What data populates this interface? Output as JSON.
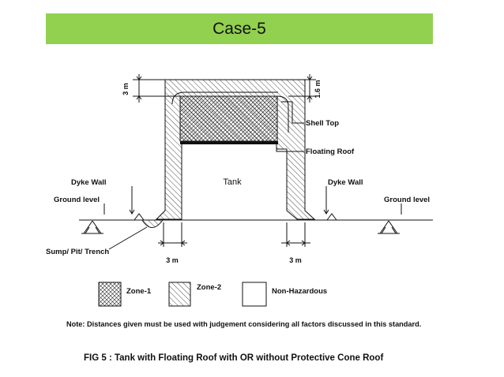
{
  "slide": {
    "title": "Case-5",
    "banner_color": "#92d050"
  },
  "diagram": {
    "labels": {
      "tank": "Tank",
      "shell_top": "Shell Top",
      "floating_roof": "Floating Roof",
      "dyke_wall_left": "Dyke Wall",
      "dyke_wall_right": "Dyke Wall",
      "ground_level_left": "Ground level",
      "ground_level_right": "Ground level",
      "sump": "Sump/ Pit/ Trench"
    },
    "dimensions": {
      "top_left": "3 m",
      "top_right": "1.6 m",
      "bottom_left": "3 m",
      "bottom_right": "3 m"
    },
    "legend": {
      "zone1": "Zone-1",
      "zone2": "Zone-2",
      "nonhaz": "Non-Hazardous"
    },
    "note": "Note: Distances given must be used with judgement considering all factors discussed in this standard.",
    "caption": "FIG 5 : Tank with Floating Roof with OR without Protective Cone Roof"
  }
}
